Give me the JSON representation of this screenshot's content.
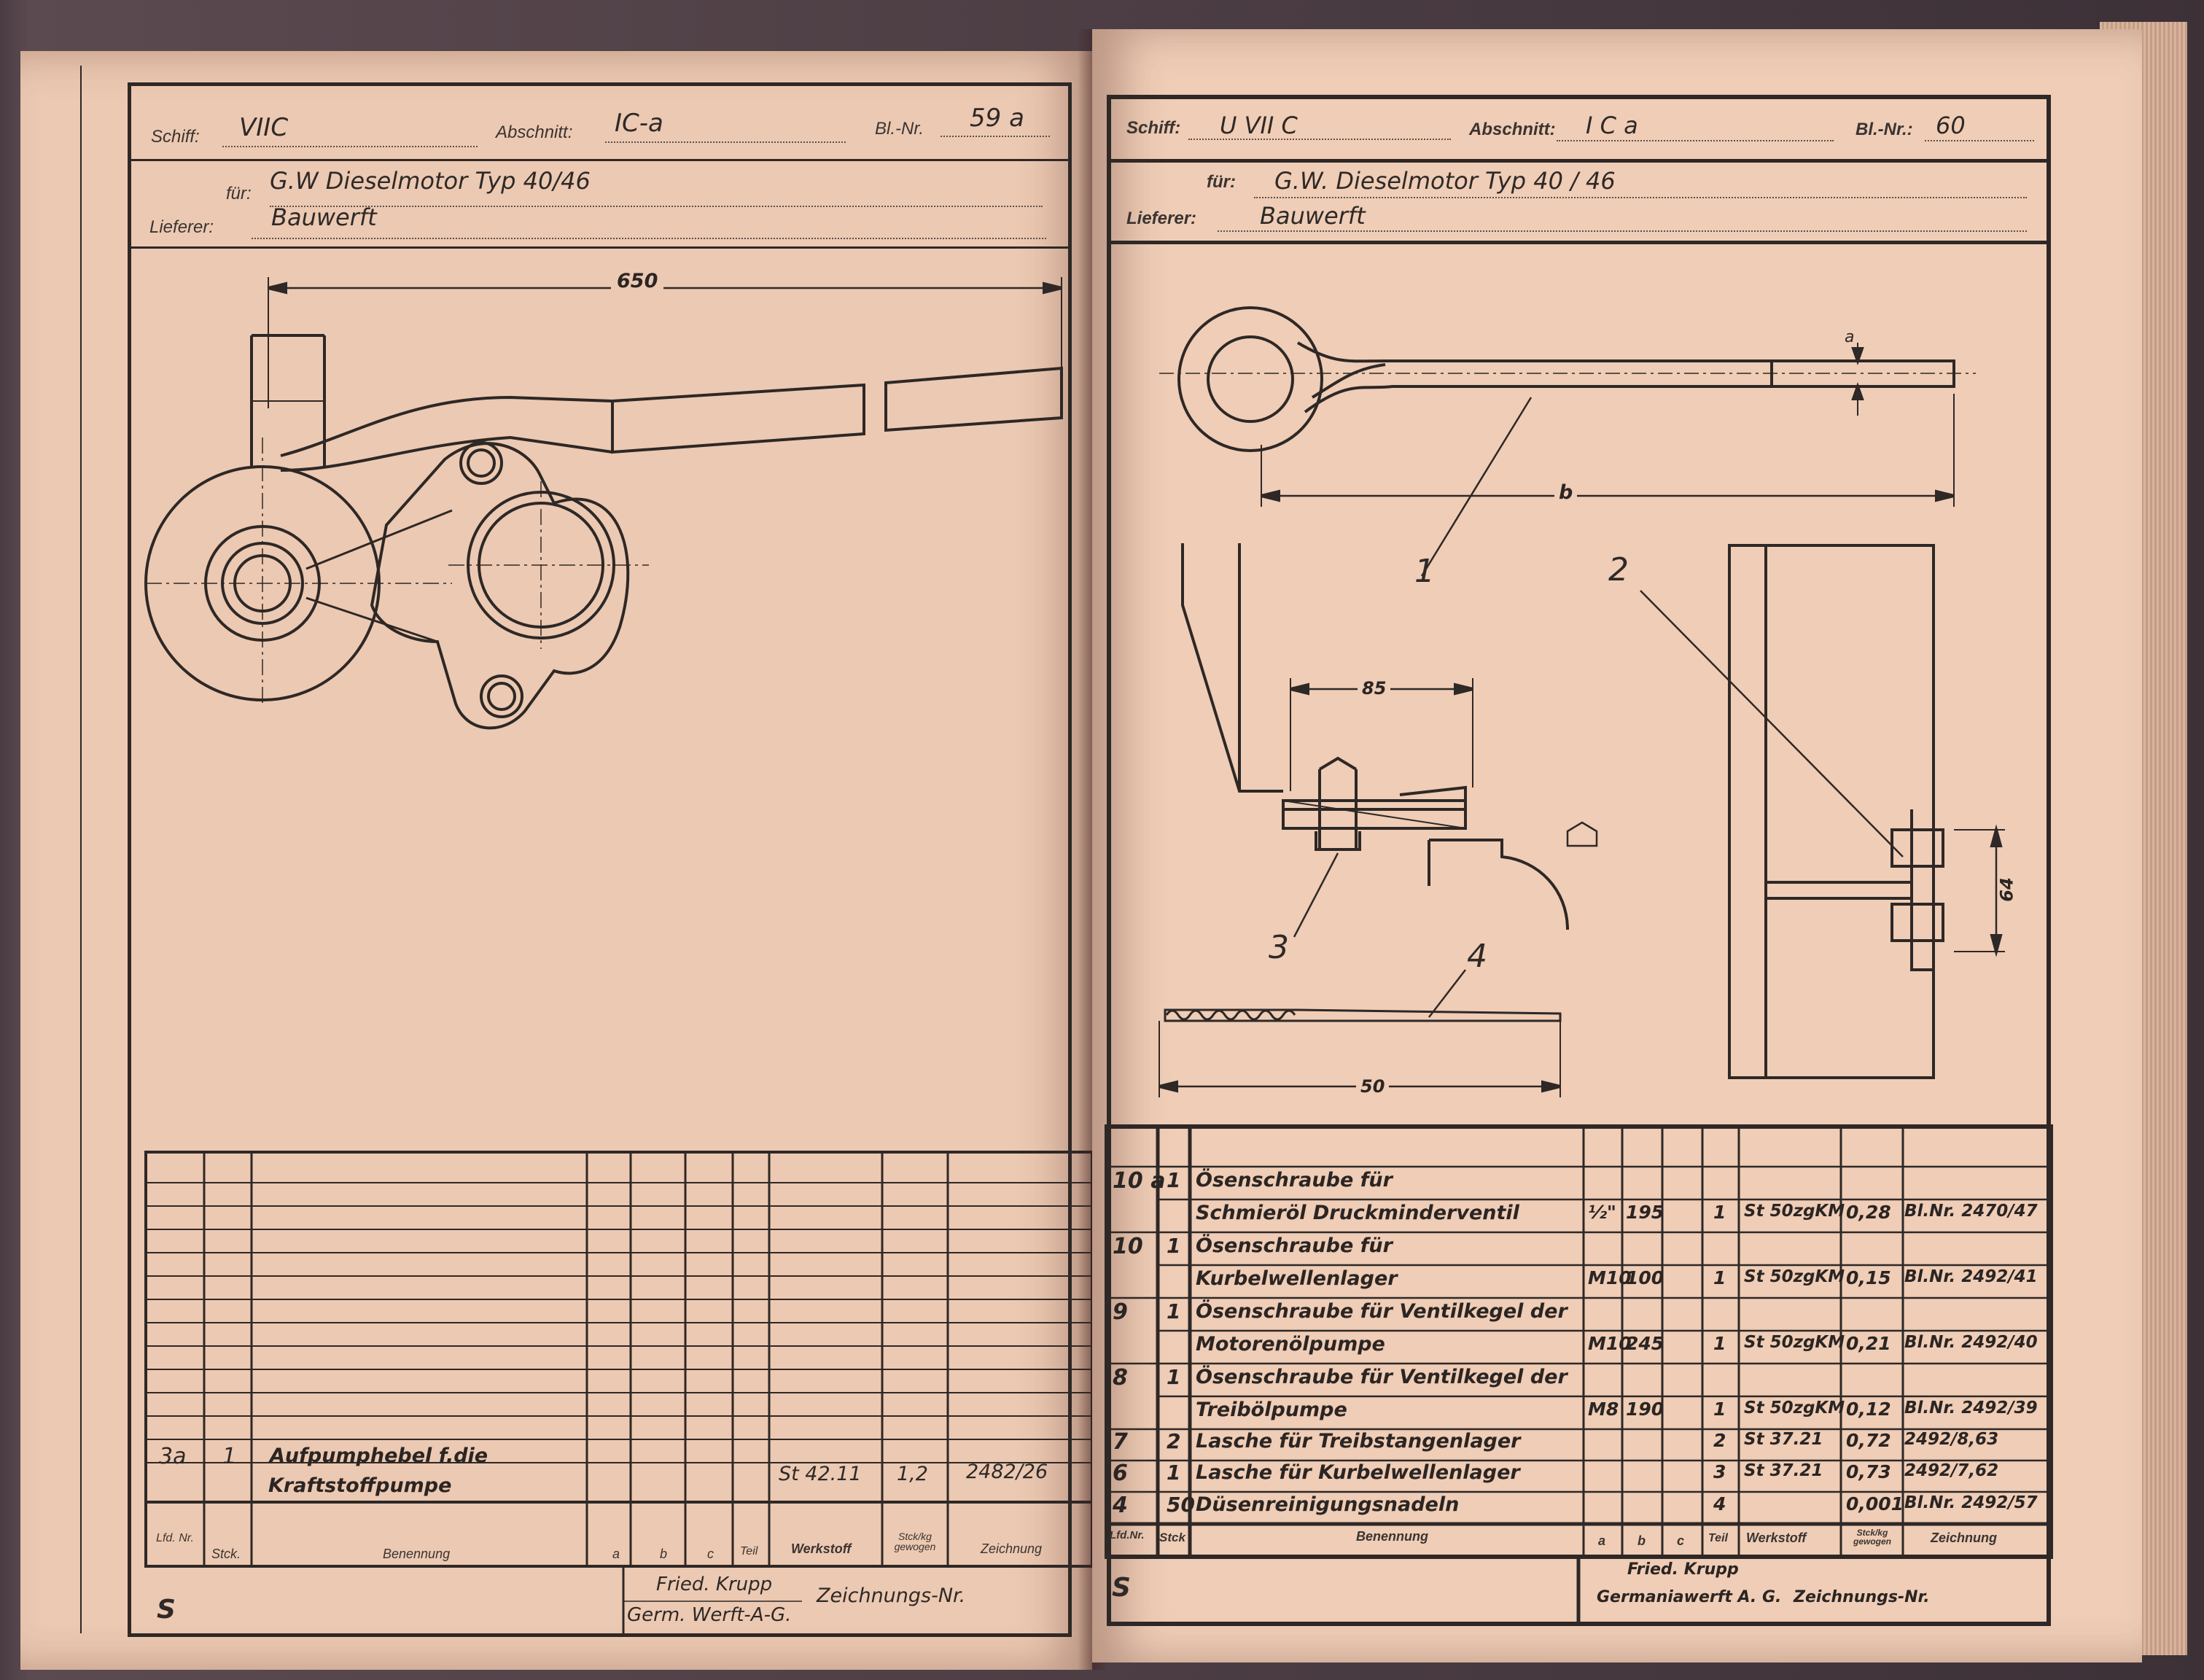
{
  "left": {
    "header": {
      "schiff_label": "Schiff:",
      "schiff_value": "VIIC",
      "abschnitt_label": "Abschnitt:",
      "abschnitt_value": "IC-a",
      "bl_label": "Bl.-Nr.",
      "bl_value": "59 a",
      "fuer_label": "für:",
      "fuer_value": "G.W Dieselmotor  Typ 40/46",
      "lieferer_label": "Lieferer:",
      "lieferer_value": "Bauwerft"
    },
    "drawing": {
      "dim_650": "650"
    },
    "table": {
      "row": {
        "nr": "3a",
        "stck": "1",
        "benennung_1": "Aufpumphebel f.die",
        "benennung_2": "Kraftstoffpumpe",
        "werkstoff": "St 42.11",
        "gewicht": "1,2",
        "zeichnung": "2482/26"
      },
      "headers": {
        "lfd": "Lfd. Nr.",
        "stck": "Stck.",
        "benennung": "Benennung",
        "a": "a",
        "b": "b",
        "c": "c",
        "teil": "Teil",
        "werkstoff": "Werkstoff",
        "gewicht": "Stck/kg gewogen",
        "zeichnung": "Zeichnung"
      }
    },
    "footer": {
      "s": "S",
      "firma_1": "Fried. Krupp",
      "firma_2": "Germ. Werft-A-G.",
      "zeichnungs_nr": "Zeichnungs-Nr."
    }
  },
  "right": {
    "header": {
      "schiff_label": "Schiff:",
      "schiff_value": "U VII C",
      "abschnitt_label": "Abschnitt:",
      "abschnitt_value": "I C a",
      "bl_label": "Bl.-Nr.:",
      "bl_value": "60",
      "fuer_label": "für:",
      "fuer_value": "G.W. Dieselmotor  Typ  40 / 46",
      "lieferer_label": "Lieferer:",
      "lieferer_value": "Bauwerft"
    },
    "drawing": {
      "a": "a",
      "b": "b",
      "n1": "1",
      "n2": "2",
      "n3": "3",
      "n4": "4",
      "dim_85": "85",
      "dim_64": "64",
      "dim_50": "50"
    },
    "table": {
      "rows": [
        {
          "nr": "10 a",
          "stck": "1",
          "benennung": "Ösenschraube für",
          "a": "",
          "b": "",
          "teil": "",
          "werkstoff": "",
          "gewicht": "",
          "zeichnung": ""
        },
        {
          "nr": "",
          "stck": "",
          "benennung": "Schmieröl Druckminderventil",
          "a": "½\"",
          "b": "195",
          "teil": "1",
          "werkstoff": "St 50zgKM",
          "gewicht": "0,28",
          "zeichnung": "Bl.Nr. 2470/47"
        },
        {
          "nr": "10",
          "stck": "1",
          "benennung": "Ösenschraube für",
          "a": "",
          "b": "",
          "teil": "",
          "werkstoff": "",
          "gewicht": "",
          "zeichnung": ""
        },
        {
          "nr": "",
          "stck": "",
          "benennung": "Kurbelwellenlager",
          "a": "M10",
          "b": "100",
          "teil": "1",
          "werkstoff": "St 50zgKM",
          "gewicht": "0,15",
          "zeichnung": "Bl.Nr. 2492/41"
        },
        {
          "nr": "9",
          "stck": "1",
          "benennung": "Ösenschraube für Ventilkegel der",
          "a": "",
          "b": "",
          "teil": "",
          "werkstoff": "",
          "gewicht": "",
          "zeichnung": ""
        },
        {
          "nr": "",
          "stck": "",
          "benennung": "Motorenölpumpe",
          "a": "M10",
          "b": "245",
          "teil": "1",
          "werkstoff": "St 50zgKM",
          "gewicht": "0,21",
          "zeichnung": "Bl.Nr. 2492/40"
        },
        {
          "nr": "8",
          "stck": "1",
          "benennung": "Ösenschraube für Ventilkegel der",
          "a": "",
          "b": "",
          "teil": "",
          "werkstoff": "",
          "gewicht": "",
          "zeichnung": ""
        },
        {
          "nr": "",
          "stck": "",
          "benennung": "Treibölpumpe",
          "a": "M8",
          "b": "190",
          "teil": "1",
          "werkstoff": "St 50zgKM",
          "gewicht": "0,12",
          "zeichnung": "Bl.Nr. 2492/39"
        },
        {
          "nr": "7",
          "stck": "2",
          "benennung": "Lasche für Treibstangenlager",
          "a": "",
          "b": "",
          "teil": "2",
          "werkstoff": "St 37.21",
          "gewicht": "0,72",
          "zeichnung": "2492/8,63"
        },
        {
          "nr": "6",
          "stck": "1",
          "benennung": "Lasche für Kurbelwellenlager",
          "a": "",
          "b": "",
          "teil": "3",
          "werkstoff": "St 37.21",
          "gewicht": "0,73",
          "zeichnung": "2492/7,62"
        },
        {
          "nr": "4",
          "stck": "50",
          "benennung": "Düsenreinigungsnadeln",
          "a": "",
          "b": "",
          "teil": "4",
          "werkstoff": "",
          "gewicht": "0,001",
          "zeichnung": "Bl.Nr. 2492/57"
        }
      ],
      "headers": {
        "lfd": "Lfd.Nr.",
        "stck": "Stck",
        "benennung": "Benennung",
        "a": "a",
        "b": "b",
        "c": "c",
        "teil": "Teil",
        "werkstoff": "Werkstoff",
        "gewicht": "Stck/kg gewogen",
        "zeichnung": "Zeichnung"
      }
    },
    "footer": {
      "s": "S",
      "firma_1": "Fried. Krupp",
      "firma_2": "Germaniawerft A. G.",
      "zeichnungs_nr": "Zeichnungs-Nr."
    }
  }
}
